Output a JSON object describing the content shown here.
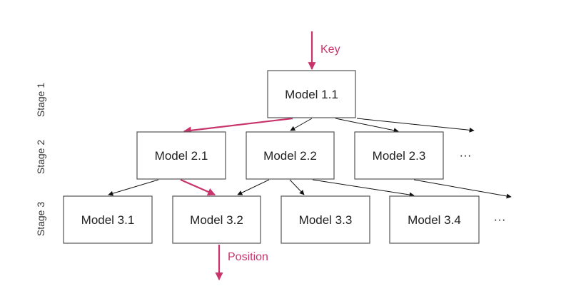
{
  "colors": {
    "accent": "#c8336b",
    "edge": "#111111",
    "box_border": "#555555",
    "text": "#222222"
  },
  "stages": [
    "Stage 1",
    "Stage 2",
    "Stage 3"
  ],
  "inputs": {
    "key_label": "Key",
    "position_label": "Position"
  },
  "models": {
    "m11": "Model 1.1",
    "m21": "Model 2.1",
    "m22": "Model 2.2",
    "m23": "Model 2.3",
    "m31": "Model 3.1",
    "m32": "Model 3.2",
    "m33": "Model 3.3",
    "m34": "Model 3.4"
  },
  "ellipsis": "···",
  "edges": [
    {
      "from": "m11",
      "to": "m21",
      "highlighted": true
    },
    {
      "from": "m11",
      "to": "m22",
      "highlighted": false
    },
    {
      "from": "m11",
      "to": "m23",
      "highlighted": false
    },
    {
      "from": "m11",
      "to": "more-stage-2",
      "highlighted": false
    },
    {
      "from": "m21",
      "to": "m31",
      "highlighted": false
    },
    {
      "from": "m21",
      "to": "m32",
      "highlighted": true
    },
    {
      "from": "m22",
      "to": "m32",
      "highlighted": false
    },
    {
      "from": "m22",
      "to": "m33",
      "highlighted": false
    },
    {
      "from": "m22",
      "to": "m34",
      "highlighted": false
    },
    {
      "from": "m23",
      "to": "more-stage-3",
      "highlighted": false
    }
  ]
}
